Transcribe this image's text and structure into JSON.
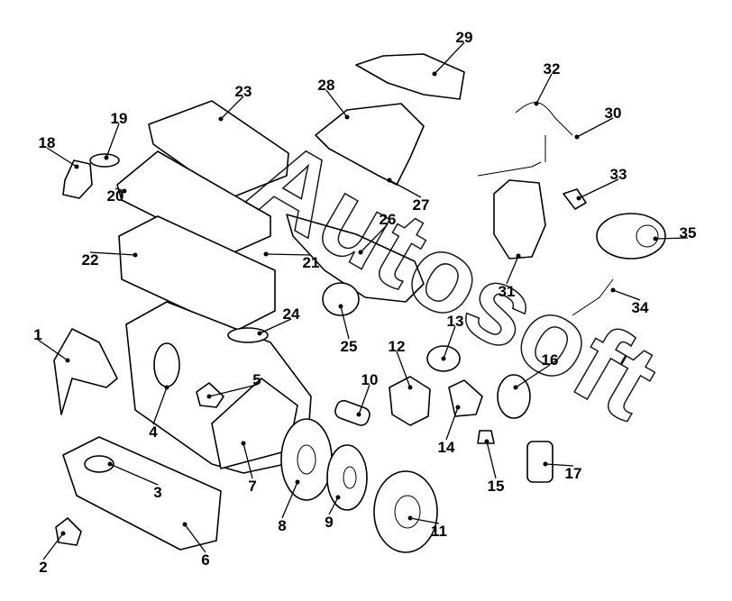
{
  "diagram": {
    "watermark": "Autosoft",
    "callouts": [
      {
        "id": "1",
        "label": "1"
      },
      {
        "id": "2",
        "label": "2"
      },
      {
        "id": "3",
        "label": "3"
      },
      {
        "id": "4",
        "label": "4"
      },
      {
        "id": "5",
        "label": "5"
      },
      {
        "id": "6",
        "label": "6"
      },
      {
        "id": "7",
        "label": "7"
      },
      {
        "id": "8",
        "label": "8"
      },
      {
        "id": "9",
        "label": "9"
      },
      {
        "id": "10",
        "label": "10"
      },
      {
        "id": "11",
        "label": "11"
      },
      {
        "id": "12",
        "label": "12"
      },
      {
        "id": "13",
        "label": "13"
      },
      {
        "id": "14",
        "label": "14"
      },
      {
        "id": "15",
        "label": "15"
      },
      {
        "id": "16",
        "label": "16"
      },
      {
        "id": "17",
        "label": "17"
      },
      {
        "id": "18",
        "label": "18"
      },
      {
        "id": "19",
        "label": "19"
      },
      {
        "id": "20",
        "label": "20"
      },
      {
        "id": "21",
        "label": "21"
      },
      {
        "id": "22",
        "label": "22"
      },
      {
        "id": "23",
        "label": "23"
      },
      {
        "id": "24",
        "label": "24"
      },
      {
        "id": "25",
        "label": "25"
      },
      {
        "id": "26",
        "label": "26"
      },
      {
        "id": "27",
        "label": "27"
      },
      {
        "id": "28",
        "label": "28"
      },
      {
        "id": "29",
        "label": "29"
      },
      {
        "id": "30",
        "label": "30"
      },
      {
        "id": "31",
        "label": "31"
      },
      {
        "id": "32",
        "label": "32"
      },
      {
        "id": "33",
        "label": "33"
      },
      {
        "id": "34",
        "label": "34"
      },
      {
        "id": "35",
        "label": "35"
      }
    ]
  }
}
